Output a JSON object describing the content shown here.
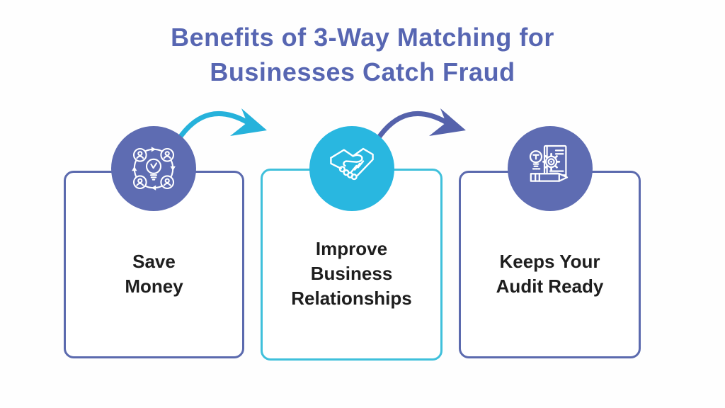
{
  "title": {
    "line1": "Benefits of 3-Way Matching for",
    "line2": "Businesses Catch Fraud"
  },
  "cards": [
    {
      "id": "save-money",
      "icon": "collaboration-lightbulb-icon",
      "lines": [
        "Save",
        "Money"
      ],
      "badge_color": "#5e6cb2",
      "border_color": "#5b6aae"
    },
    {
      "id": "improve-business-relationships",
      "icon": "handshake-icon",
      "lines": [
        "Improve",
        "Business",
        "Relationships"
      ],
      "badge_color": "#29b7e0",
      "border_color": "#3fc0db"
    },
    {
      "id": "keeps-your-audit-ready",
      "icon": "audit-document-icon",
      "lines": [
        "Keeps Your",
        "Audit Ready"
      ],
      "badge_color": "#5e6cb2",
      "border_color": "#5b6aae"
    }
  ],
  "arrows": [
    {
      "from": "save-money",
      "to": "improve-business-relationships",
      "color": "#26b2db"
    },
    {
      "from": "improve-business-relationships",
      "to": "keeps-your-audit-ready",
      "color": "#5562ab"
    }
  ],
  "colors": {
    "title_text": "#5766b2",
    "card_text": "#1e1e1e",
    "background": "#fefefe"
  }
}
